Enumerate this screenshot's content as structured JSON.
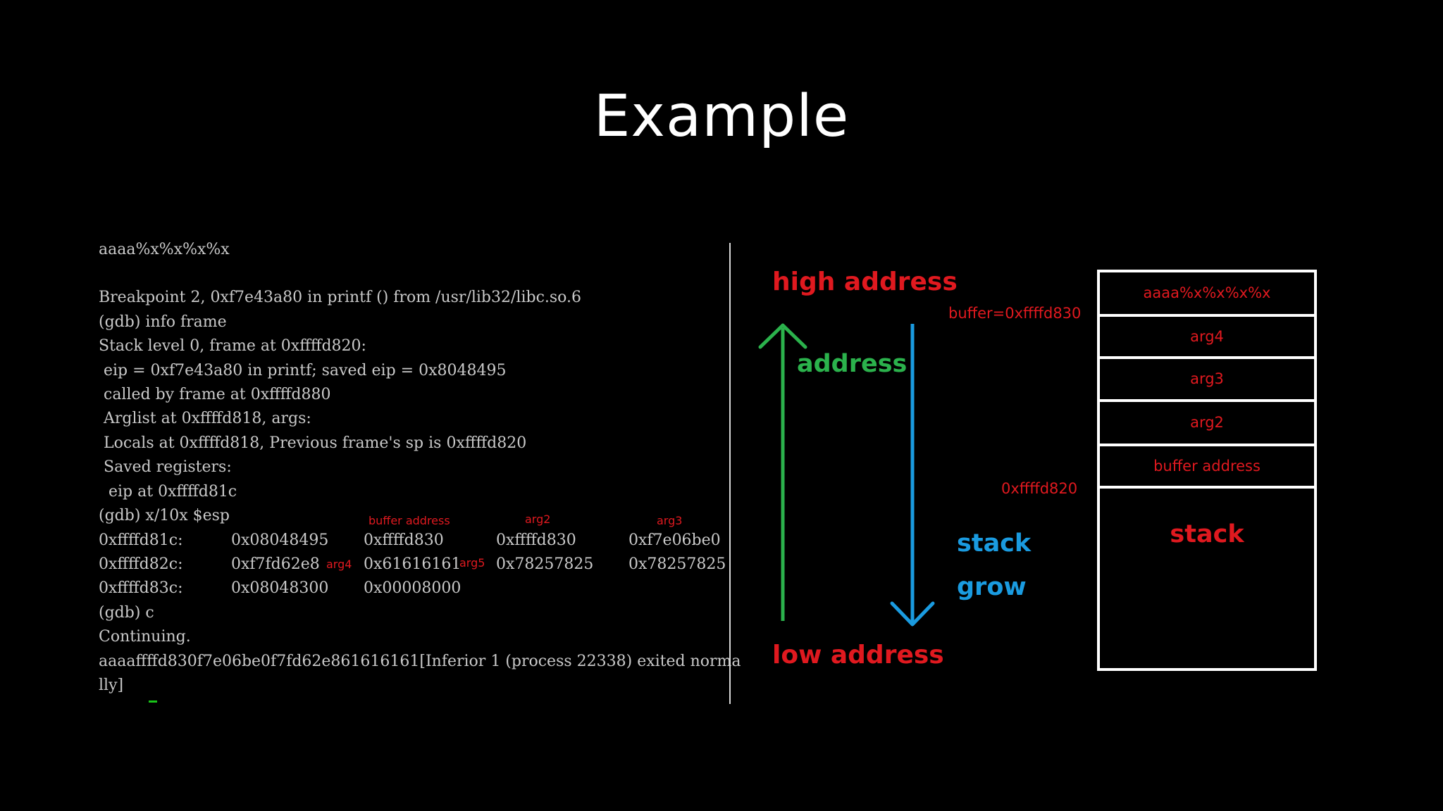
{
  "title": "Example",
  "terminal": {
    "lines": [
      "aaaa%x%x%x%x",
      "",
      "Breakpoint 2, 0xf7e43a80 in printf () from /usr/lib32/libc.so.6",
      "(gdb) info frame",
      "Stack level 0, frame at 0xffffd820:",
      " eip = 0xf7e43a80 in printf; saved eip = 0x8048495",
      " called by frame at 0xffffd880",
      " Arglist at 0xffffd818, args:",
      " Locals at 0xffffd818, Previous frame's sp is 0xffffd820",
      " Saved registers:",
      "  eip at 0xffffd81c",
      "(gdb) x/10x $esp"
    ],
    "memory_rows": [
      [
        "0xffffd81c:",
        "0x08048495",
        "0xffffd830",
        "0xffffd830",
        "0xf7e06be0"
      ],
      [
        "0xffffd82c:",
        "0xf7fd62e8",
        "0x61616161",
        "0x78257825",
        "0x78257825"
      ],
      [
        "0xffffd83c:",
        "0x08048300",
        "0x00008000",
        "",
        ""
      ]
    ],
    "after_lines": [
      "(gdb) c",
      "Continuing.",
      "aaaaffffd830f7e06be0f7fd62e861616161[Inferior 1 (process 22338) exited norma",
      "lly]"
    ],
    "annotations": {
      "buffer_address": "buffer address",
      "arg2": "arg2",
      "arg3": "arg3",
      "arg4": "arg4",
      "arg5": "arg5"
    }
  },
  "diagram": {
    "high_address": "high address",
    "low_address": "low address",
    "address": "address",
    "stack": "stack",
    "grow": "grow",
    "buffer_label": "buffer=0xffffd830",
    "frame_label": "0xffffd820",
    "slots": [
      "aaaa%x%x%x%x",
      "arg4",
      "arg3",
      "arg2",
      "buffer address",
      "stack"
    ]
  },
  "colors": {
    "red": "#e0191f",
    "green": "#2bb24c",
    "blue": "#1a9be0",
    "terminal_text": "#c9c9c9",
    "cursor": "#19c419"
  }
}
